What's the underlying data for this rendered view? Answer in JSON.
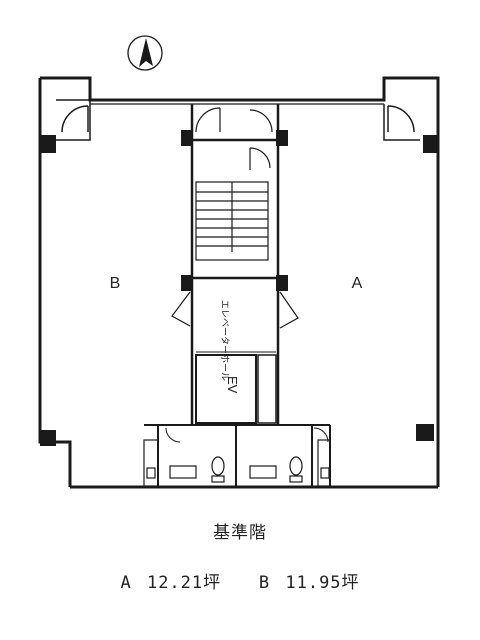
{
  "plan": {
    "unit_a_label": "A",
    "unit_b_label": "B",
    "elevator_label": "EV",
    "elevator_hall_label": "エレベーターホール",
    "north_label": "N"
  },
  "caption": {
    "floor_title": "基準階",
    "unit_a": "A",
    "area_a": "12.21坪",
    "unit_b": "B",
    "area_b": "11.95坪"
  },
  "colors": {
    "line": "#1a1a1a",
    "background": "#ffffff"
  }
}
